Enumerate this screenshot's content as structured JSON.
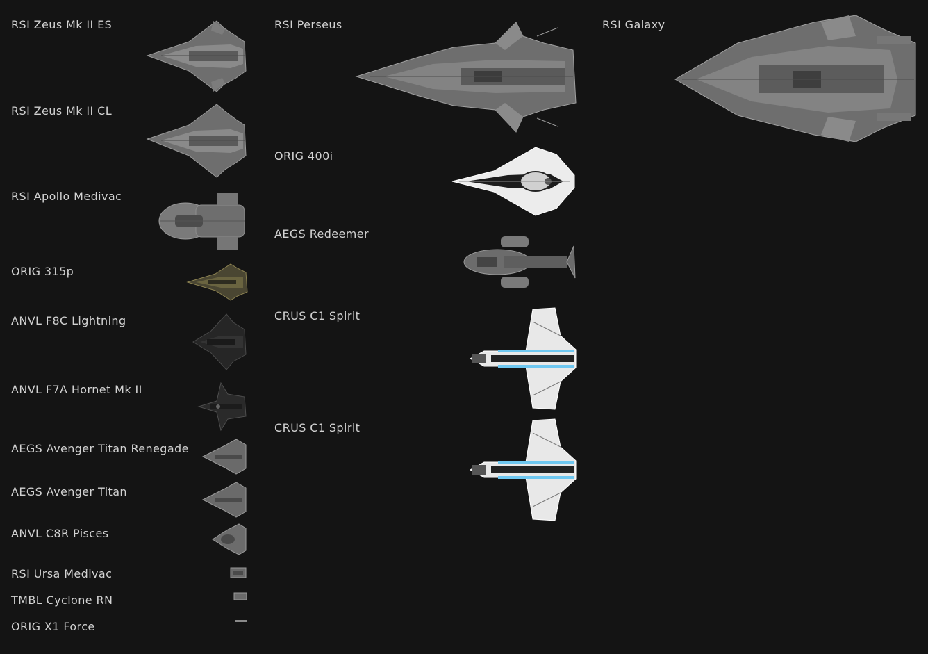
{
  "ships": [
    {
      "id": "zeus-es",
      "name": "RSI Zeus Mk II ES",
      "style": "gray"
    },
    {
      "id": "zeus-cl",
      "name": "RSI Zeus Mk II CL",
      "style": "gray"
    },
    {
      "id": "apollo",
      "name": "RSI Apollo Medivac",
      "style": "gray"
    },
    {
      "id": "orig315p",
      "name": "ORIG 315p",
      "style": "olive"
    },
    {
      "id": "f8c",
      "name": "ANVL F8C Lightning",
      "style": "dark"
    },
    {
      "id": "f7a",
      "name": "ANVL F7A Hornet Mk II",
      "style": "dark"
    },
    {
      "id": "avenger-renegade",
      "name": "AEGS Avenger Titan Renegade",
      "style": "gray"
    },
    {
      "id": "avenger",
      "name": "AEGS Avenger Titan",
      "style": "gray"
    },
    {
      "id": "pisces",
      "name": "ANVL C8R Pisces",
      "style": "gray"
    },
    {
      "id": "ursa",
      "name": "RSI Ursa Medivac",
      "style": "gray"
    },
    {
      "id": "cyclone",
      "name": "TMBL Cyclone RN",
      "style": "gray"
    },
    {
      "id": "x1",
      "name": "ORIG X1 Force",
      "style": "gray"
    },
    {
      "id": "perseus",
      "name": "RSI Perseus",
      "style": "gray"
    },
    {
      "id": "orig400i",
      "name": "ORIG 400i",
      "style": "white"
    },
    {
      "id": "redeemer",
      "name": "AEGS Redeemer",
      "style": "gray"
    },
    {
      "id": "c1a",
      "name": "CRUS C1 Spirit",
      "style": "white-blue"
    },
    {
      "id": "c1b",
      "name": "CRUS C1 Spirit",
      "style": "white-blue"
    },
    {
      "id": "galaxy",
      "name": "RSI Galaxy",
      "style": "gray"
    }
  ]
}
